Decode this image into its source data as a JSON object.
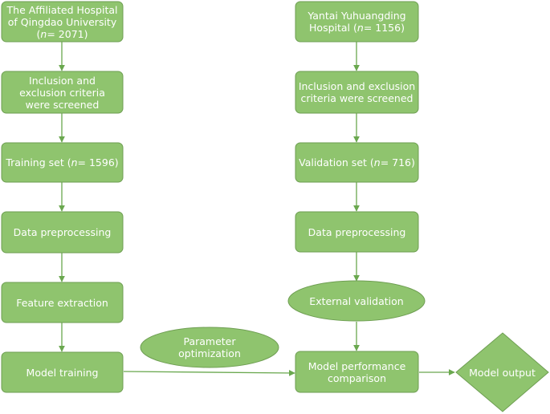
{
  "colors": {
    "box_fill": "#8fc46e",
    "box_border": "#6e9e52",
    "arrow": "#6aa84f",
    "text": "#ffffff"
  },
  "left_column": {
    "source": {
      "line1": "The Affiliated Hospital",
      "line2": "of Qingdao University",
      "n_var": "n",
      "n_rest": " = 2071)"
    },
    "screening": {
      "line1": "Inclusion and",
      "line2": "exclusion criteria",
      "line3": "were screened"
    },
    "training": {
      "prefix": "Training set (",
      "n_var": "n",
      "suffix": " = 1596)"
    },
    "preprocessing": "Data preprocessing",
    "feature_extraction": "Feature extraction",
    "model_training": "Model training"
  },
  "right_column": {
    "source": {
      "line1": "Yantai Yuhuangding",
      "line2_prefix": "Hospital (",
      "n_var": "n",
      "n_rest": " = 1156)"
    },
    "screening": {
      "line1": "Inclusion and exclusion",
      "line2": "criteria were screened"
    },
    "validation": {
      "prefix": "Validation set (",
      "n_var": "n",
      "suffix": " = 716)"
    },
    "preprocessing": "Data preprocessing",
    "external_validation": "External validation",
    "comparison": {
      "line1": "Model performance",
      "line2": "comparison"
    }
  },
  "parameter_optimization": {
    "line1": "Parameter",
    "line2": "optimization"
  },
  "model_output": "Model output"
}
